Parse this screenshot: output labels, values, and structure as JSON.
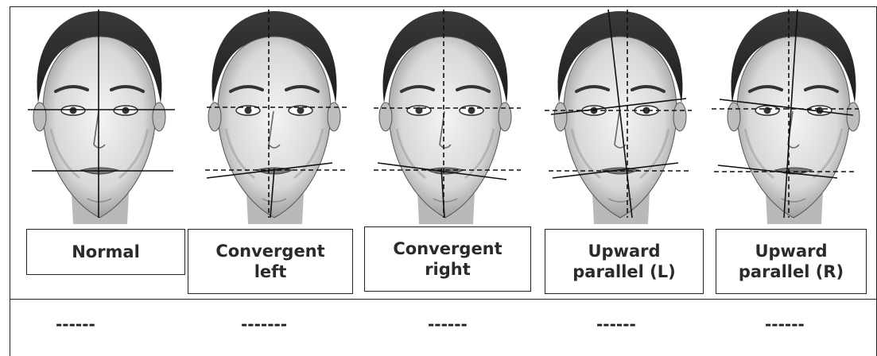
{
  "panels": [
    {
      "label": "Normal",
      "answer": "------",
      "variant": "normal"
    },
    {
      "label": "Convergent\nleft",
      "answer": "-------",
      "variant": "convergent-left"
    },
    {
      "label": "Convergent\nright",
      "answer": "------",
      "variant": "convergent-right"
    },
    {
      "label": "Upward\nparallel (L)",
      "answer": "------",
      "variant": "upward-parallel-l"
    },
    {
      "label": "Upward\nparallel (R)",
      "answer": "------",
      "variant": "upward-parallel-r"
    }
  ]
}
